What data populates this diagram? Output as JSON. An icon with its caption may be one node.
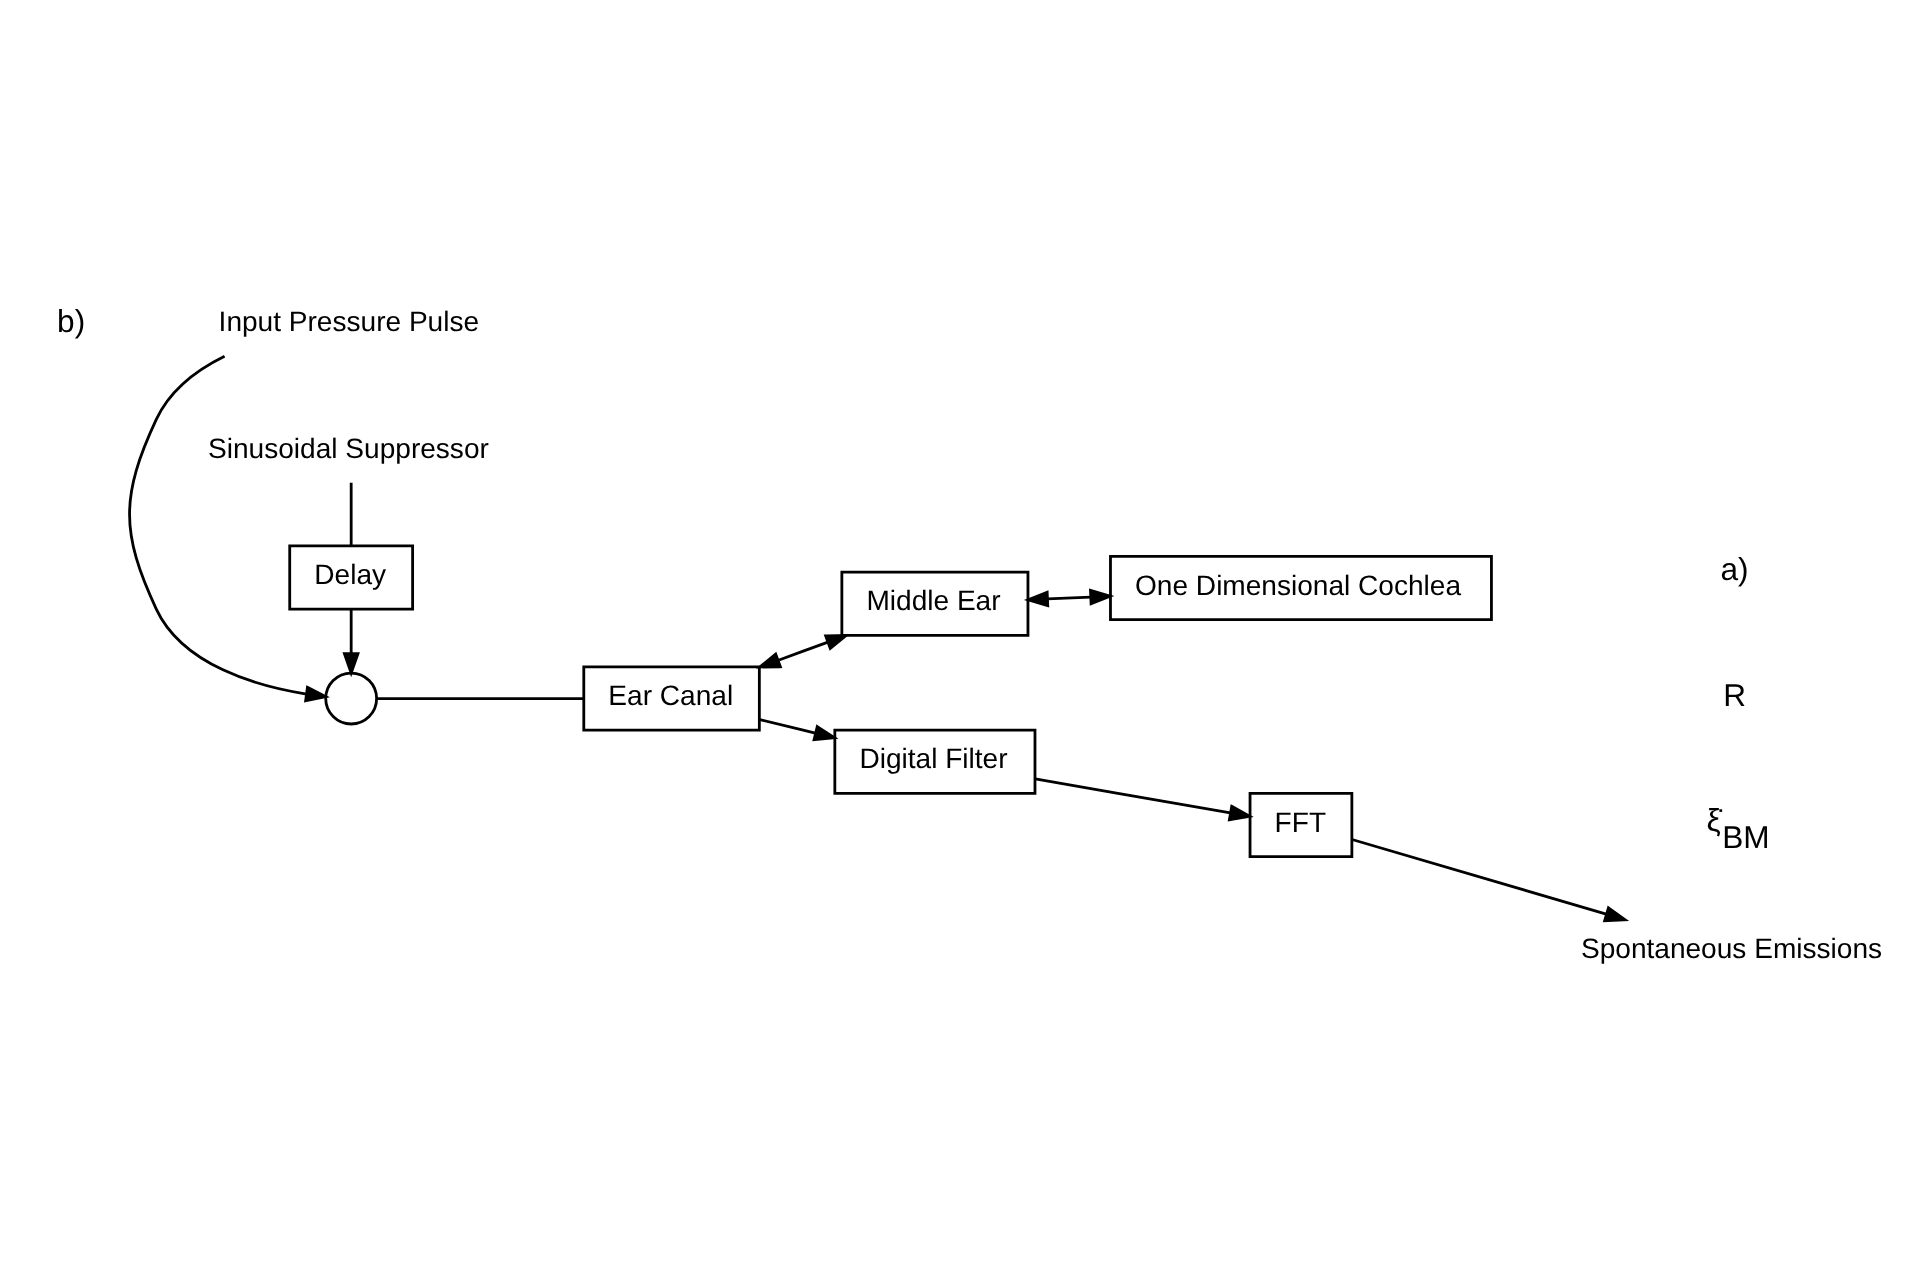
{
  "diagram": {
    "nodes": [
      {
        "text": [
          "Input Pressure Pulse"
        ]
      },
      {
        "text": [],
        "shape": "circle"
      },
      {
        "text": [
          "Ear Canal"
        ]
      },
      {
        "text": [
          "Middle Ear"
        ]
      },
      {
        "text": [
          "One Dimensional Cochlea"
        ]
      },
      {
        "text": [
          "Delay"
        ]
      },
      {
        "text": [
          "Sinusoidal Suppressor"
        ]
      },
      {
        "text": [
          "Digital Filter"
        ]
      },
      {
        "text": [
          "FFT"
        ]
      },
      {
        "text": [
          "Spontaneous Emissions"
        ]
      }
    ],
    "edges": [
      {
        "from": 0,
        "to": 1,
        "arrow": "to"
      },
      {
        "from": 1,
        "to": 2,
        "arrow": "none"
      },
      {
        "from": 2,
        "to": 3,
        "arrow": "both"
      },
      {
        "from": 3,
        "to": 4,
        "arrow": "both"
      },
      {
        "from": 5,
        "to": 1,
        "arrow": "to"
      },
      {
        "from": 6,
        "to": 5,
        "arrow": "none"
      },
      {
        "from": 2,
        "to": 7,
        "arrow": "to"
      },
      {
        "from": 7,
        "to": 8,
        "arrow": "to"
      },
      {
        "from": 8,
        "to": 9,
        "arrow": "to"
      }
    ],
    "labels": [
      "a)",
      "R",
      "ξ̇$_{BM}$",
      "b)"
    ]
  }
}
